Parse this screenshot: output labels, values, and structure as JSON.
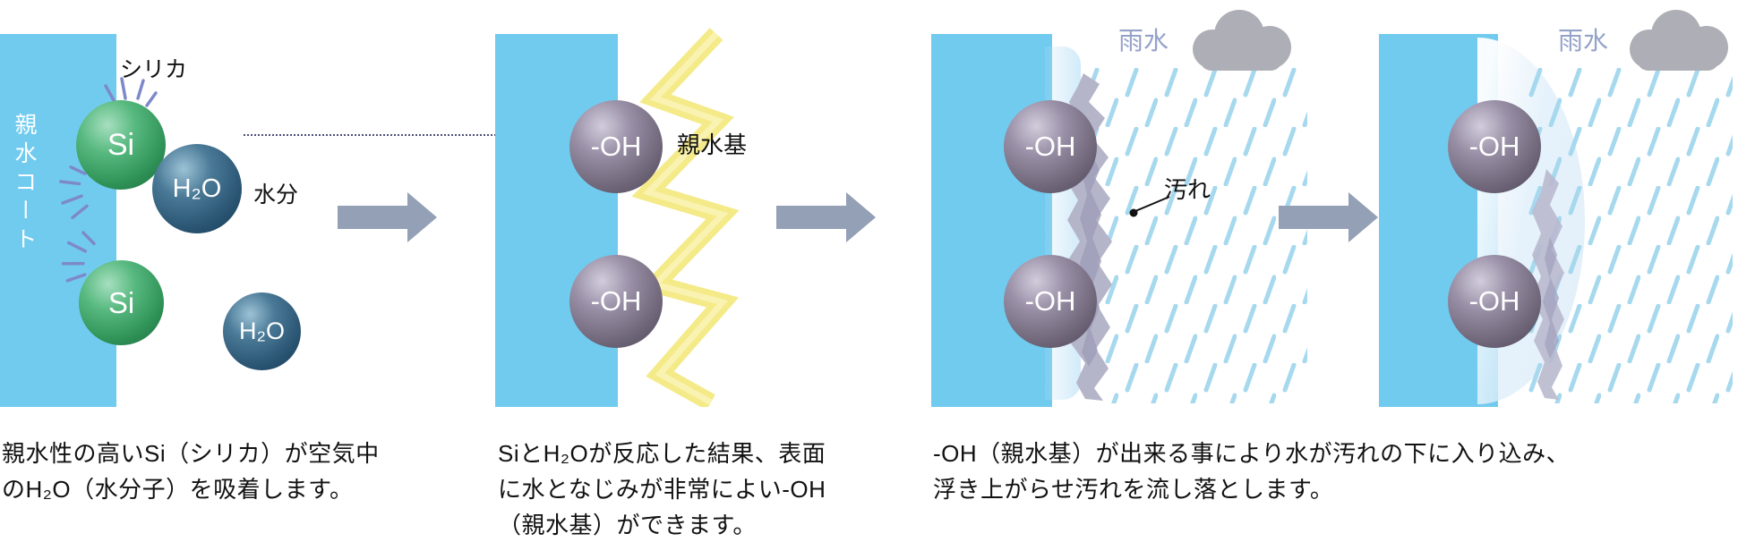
{
  "colors": {
    "coating_bar": "#71cbef",
    "si_sphere": "#3ea366",
    "h2o_sphere": "#2e5d7d",
    "oh_sphere": "#867c92",
    "flow_arrow": "#94a0b6",
    "dotted_arrow": "#4d4d78",
    "lightning": "#f4ea88",
    "cloud": "#aeaeb6",
    "rain": "#a6d8ee",
    "rain_label": "#93a2c8",
    "dirt": "#b5b5ca",
    "caption_text": "#111111"
  },
  "icons": {
    "flow_arrow_icon": "right-arrow css shape",
    "dotted_arrow_icon": "dotted right-arrow",
    "sparkle_icon": "radiating blue strokes",
    "lightning_icon": "yellow zigzag bolt",
    "cloud_icon": "gray cloud",
    "rain_icon": "diagonal rain dashes",
    "dirt_blob_icon": "gray jagged dirt strip",
    "water_film_icon": "translucent water layer",
    "water_droplet_icon": "translucent water bulge"
  },
  "panel1": {
    "coat_label": "親水コート",
    "silica_label": "シリカ",
    "moisture_label": "水分",
    "si_sphere_label": "Si",
    "h2o_sphere_label": "H₂O",
    "caption_line1": "親水性の高いSi（シリカ）が空気中",
    "caption_line2": "のH₂O（水分子）を吸着します。"
  },
  "panel2": {
    "oh_sphere_label": "-OH",
    "hydrophilic_group_label": "親水基",
    "caption_line1": "SiとH₂Oが反応した結果、表面",
    "caption_line2": "に水となじみが非常によい-OH",
    "caption_line3": "（親水基）ができます。"
  },
  "panel3": {
    "oh_sphere_label": "-OH",
    "rainwater_label": "雨水",
    "dirt_label": "汚れ"
  },
  "panel4": {
    "oh_sphere_label": "-OH",
    "rainwater_label": "雨水"
  },
  "caption34": {
    "line1": "-OH（親水基）が出来る事により水が汚れの下に入り込み、",
    "line2": "浮き上がらせ汚れを流し落とします。"
  }
}
